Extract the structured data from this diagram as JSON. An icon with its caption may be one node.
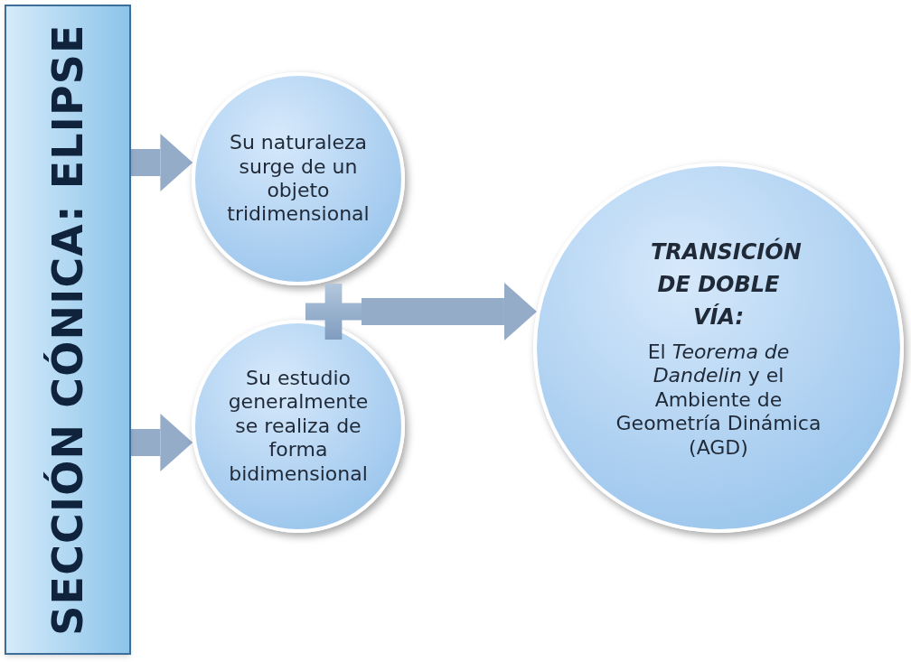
{
  "diagram": {
    "nodes": [
      {
        "text": [
          "SECCIÓN CÓNICA: ELIPSE"
        ]
      },
      {
        "text": [
          "Su naturaleza surge de un objeto tridimensional"
        ]
      },
      {
        "text": [
          "Su estudio generalmente se realiza de forma bidimensional"
        ]
      },
      {
        "text": [],
        "shape": "cross"
      },
      {
        "text": [
          "TRANSICIÓN DE DOBLE VÍA:",
          "El *Teorema de Dandelin* y el Ambiente de Geometría Dinámica (AGD)"
        ]
      }
    ],
    "edges": [
      {
        "from": 0,
        "to": 1,
        "arrow": "to"
      },
      {
        "from": 0,
        "to": 2,
        "arrow": "to"
      },
      {
        "from": 3,
        "to": 4,
        "arrow": "to"
      }
    ]
  }
}
